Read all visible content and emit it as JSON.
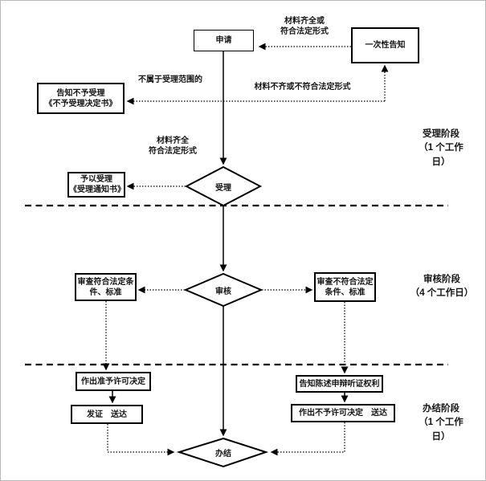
{
  "flowchart": {
    "nodes": {
      "apply": {
        "label": "申请"
      },
      "one_time_notice": {
        "label": "一次性告知"
      },
      "reject_notice": {
        "label": "告知不予受理\n《不予受理决定书》"
      },
      "accept_notify": {
        "label": "予以受理\n《受理通知书》"
      },
      "accept_decision": {
        "label": "受理"
      },
      "review_pass": {
        "label": "审查符合法定条\n件、标准"
      },
      "review_decision": {
        "label": "审核"
      },
      "review_fail": {
        "label": "审查不符合法定\n条件、标准"
      },
      "grant_decision": {
        "label": "作出准予许可决定"
      },
      "issue_deliver": {
        "label": "发证　送达"
      },
      "hearing_rights": {
        "label": "告知陈述申辩听证权利"
      },
      "deny_decision": {
        "label": "作出不予许可决定　送达"
      },
      "complete_decision": {
        "label": "办结"
      }
    },
    "edge_labels": {
      "materials_complete_or": "材料齐全或\n符合法定形式",
      "not_in_scope": "不属于受理范围的",
      "materials_incomplete": "材料不齐或不符合法定形式",
      "materials_complete": "材料齐全\n符合法定形式"
    },
    "stages": {
      "accept": "受理阶段\n（1 个工作\n日）",
      "review": "审核阶段\n（4 个工作日）",
      "complete": "办结阶段\n（1 个工作\n日）"
    },
    "colors": {
      "line": "#000000",
      "background": "#ffffff",
      "text": "#141414"
    }
  }
}
